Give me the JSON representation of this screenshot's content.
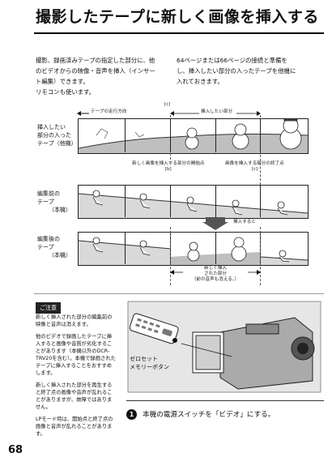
{
  "header": {
    "title": "撮影したテープに新しく画像を挿入する"
  },
  "intro": {
    "left": [
      "撮影、録画済みテープの指定した部分に、他",
      "のビデオからの映像・音声を挿入（インサー",
      "ト編集）できます。",
      "リモコンも使います。"
    ],
    "right": [
      "64ページまたは66ページの接続と準備を",
      "し、挿入したい部分の入ったテープを他機に",
      "入れておきます。"
    ]
  },
  "diagram": {
    "direction_label": "テープの走行方向",
    "marker_c_top": "[c]",
    "insert_part": "挿入したい部分",
    "row1_label": [
      "挿入したい",
      "部分の入った",
      "テープ（他機）"
    ],
    "start_point": [
      "新しく画像を挿入する部分の開始点",
      "[b]"
    ],
    "end_point": [
      "画像を挿入する部分の終了点",
      "[c]"
    ],
    "row2_label": [
      "編集前の",
      "テープ",
      "（本機）"
    ],
    "insert_arrow": "挿入すると",
    "row3_label": [
      "編集後の",
      "テープ",
      "（本機）"
    ],
    "inserted_note": [
      "新しく挿入",
      "された部分",
      "（前の音声も消える。）"
    ]
  },
  "caution": {
    "heading": "ご注意",
    "paragraphs": [
      "新しく挿入された部分の編集前の映像と音声は消えます。",
      "他のビデオで録画したテープに挿入すると画像や音質が劣化することがあります（本機以外のDCR-TRV20を含む）。本機で録画されたテープに挿入することをおすすめします。",
      "新しく挿入された部分を再生すると終了点の画像や音声が乱れることがありますが、故障ではありません。",
      "LPモード時は、開始点と終了点の画像と音声が乱れることがあります。"
    ]
  },
  "camera_label": [
    "ゼロセット",
    "メモリーボタン"
  ],
  "step": {
    "number": "1",
    "text": "本機の電源スイッチを「ビデオ」にする。"
  },
  "page_number": "68"
}
